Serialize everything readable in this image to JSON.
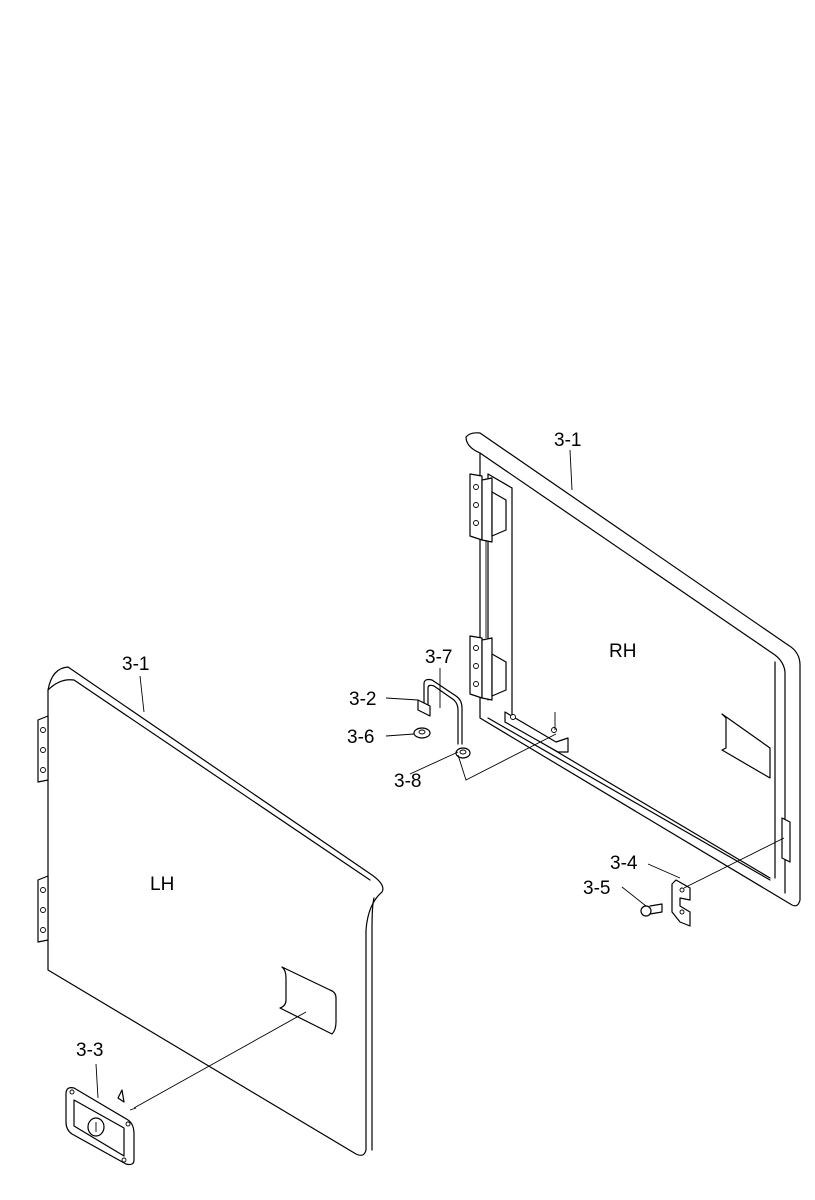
{
  "labels": {
    "rh_door_part": "3-1",
    "lh_door_part": "3-1",
    "rh_side": "RH",
    "lh_side": "LH",
    "handle_rod": "3-7",
    "pin": "3-2",
    "washer": "3-6",
    "nut": "3-8",
    "lock": "3-3",
    "catch_plate": "3-4",
    "screw": "3-5"
  },
  "colors": {
    "line": "#000000",
    "background": "#ffffff"
  }
}
